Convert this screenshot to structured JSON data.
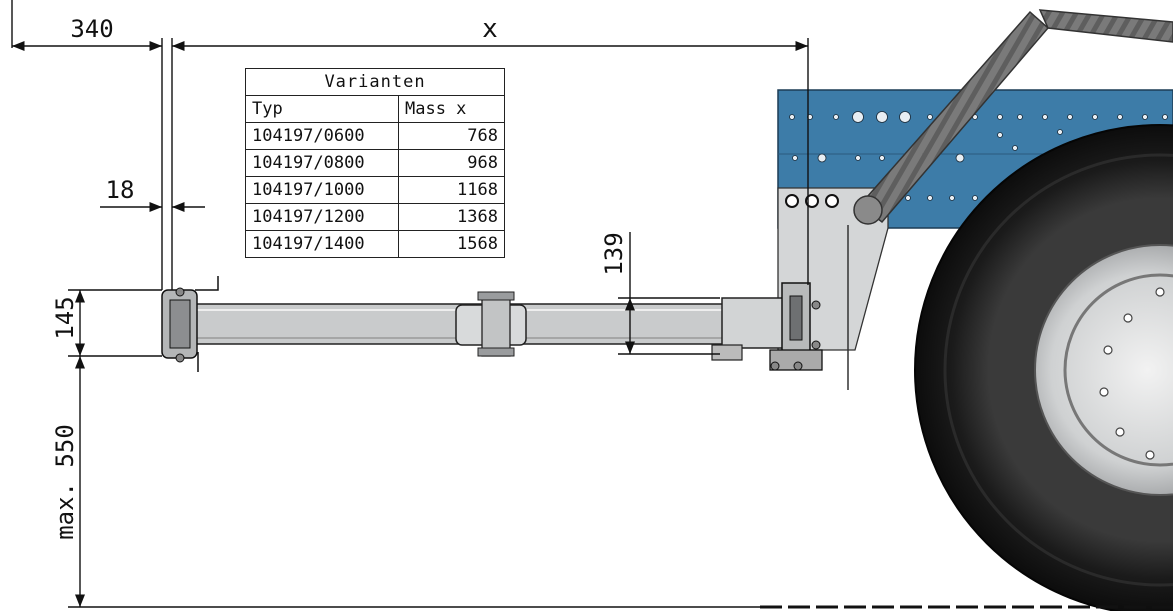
{
  "dimensions": {
    "overhang": "340",
    "length_x": "x",
    "gap": "18",
    "bar_height": "139",
    "bracket_height": "145",
    "max_ground_clearance": "max. 550"
  },
  "variants_table": {
    "caption": "Varianten",
    "headers": [
      "Typ",
      "Mass x"
    ],
    "rows": [
      {
        "typ": "104197/0600",
        "mass_x": "768"
      },
      {
        "typ": "104197/0800",
        "mass_x": "968"
      },
      {
        "typ": "104197/1000",
        "mass_x": "1168"
      },
      {
        "typ": "104197/1200",
        "mass_x": "1368"
      },
      {
        "typ": "104197/1400",
        "mass_x": "1568"
      }
    ]
  },
  "colors": {
    "chassis_frame": "#3d7ca8",
    "bar_metal": "#c9cbcc",
    "tire": "#1a1a1a",
    "line": "#111111"
  }
}
